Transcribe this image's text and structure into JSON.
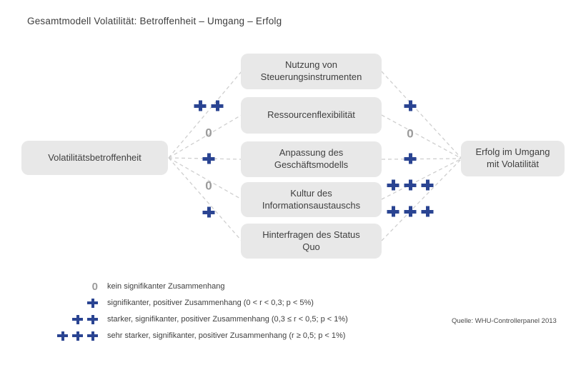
{
  "title": "Gesamtmodell Volatilität: Betroffenheit  – Umgang – Erfolg",
  "nodes": {
    "left": {
      "label": "Volatilitätsbetroffenheit"
    },
    "right": {
      "label": "Erfolg im Umgang mit Volatilität"
    },
    "mediators": [
      {
        "label": "Nutzung von Steuerungsinstrumenten"
      },
      {
        "label": "Ressourcenflexibilität"
      },
      {
        "label": "Anpassung des Geschäftsmodells"
      },
      {
        "label": "Kultur des Informationsaustauschs"
      },
      {
        "label": "Hinterfragen des Status Quo"
      }
    ]
  },
  "connections": {
    "left": [
      "++",
      "0",
      "+",
      "0",
      "+"
    ],
    "right": [
      "+",
      "0",
      "+",
      "+++",
      "+++"
    ]
  },
  "legend": [
    {
      "symbol": "0",
      "text": "kein signifikanter Zusammenhang"
    },
    {
      "symbol": "+",
      "text": "signifikanter, positiver Zusammenhang (0 < r < 0,3; p < 5%)"
    },
    {
      "symbol": "++",
      "text": "starker, signifikanter, positiver Zusammenhang (0,3 ≤ r < 0,5; p < 1%)"
    },
    {
      "symbol": "+++",
      "text": "sehr starker, signifikanter, positiver Zusammenhang (r ≥ 0,5; p < 1%)"
    }
  ],
  "source": "Quelle: WHU-Controllerpanel 2013",
  "colors": {
    "plus": "#2a4492",
    "zero": "#9b9b9b",
    "box_bg": "#e8e8e8",
    "line": "#cfcfcf"
  }
}
